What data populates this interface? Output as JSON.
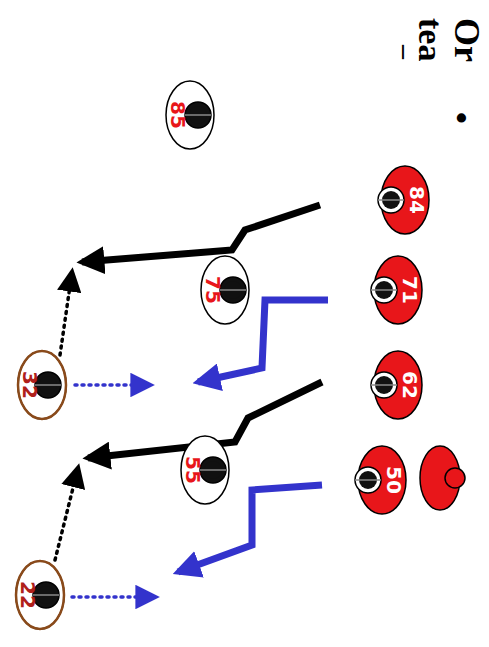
{
  "diagram": {
    "nodes": [
      {
        "text": [
          "85"
        ]
      },
      {
        "text": [
          "84"
        ]
      },
      {
        "text": [
          "75"
        ]
      },
      {
        "text": [
          "71"
        ]
      },
      {
        "text": [
          "32"
        ]
      },
      {
        "text": [
          "62"
        ]
      },
      {
        "text": [
          "55"
        ]
      },
      {
        "text": [
          "50"
        ]
      },
      {
        "text": [
          "22"
        ]
      }
    ],
    "labels": [
      "Or",
      "tea",
      "•",
      "–"
    ]
  }
}
